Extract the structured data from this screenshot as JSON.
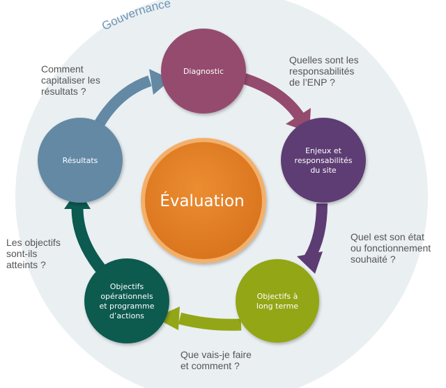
{
  "governance_label": "Gouvernance",
  "center_label": "Évaluation",
  "nodes": [
    {
      "id": "diagnostic",
      "lines": [
        "Diagnostic"
      ],
      "color": "#944b6e"
    },
    {
      "id": "enjeux",
      "lines": [
        "Enjeux et",
        "responsabilités",
        "du site"
      ],
      "color": "#5d3c73"
    },
    {
      "id": "objectifs-long-terme",
      "lines": [
        "Objectifs à",
        "long terme"
      ],
      "color": "#93a617"
    },
    {
      "id": "objectifs-operationnels",
      "lines": [
        "Objectifs",
        "opérationnels",
        "et programme",
        "d’actions"
      ],
      "color": "#0c5a50"
    },
    {
      "id": "resultats",
      "lines": [
        "Résultats"
      ],
      "color": "#6389a5"
    }
  ],
  "questions": [
    {
      "id": "question-responsabilites",
      "text": "Quelles sont les\nresponsabilités\nde l’ENP ?"
    },
    {
      "id": "question-etat-souhaite",
      "text": "Quel est son état\nou fonctionnement\nsouhaité ?"
    },
    {
      "id": "question-comment-faire",
      "text": "Que vais-je faire\net comment ?"
    },
    {
      "id": "question-objectifs-atteints",
      "text": "Les objectifs\nsont-ils\natteints ?"
    },
    {
      "id": "question-capitaliser",
      "text": "Comment\ncapitaliser les\nrésultats ?"
    }
  ],
  "colors": {
    "outer_ring": "#eaeff2",
    "center_fill": "#e07b1f",
    "center_ring": "#f3b06b",
    "governance_text": "#6d93b3",
    "question_text": "#555555"
  }
}
